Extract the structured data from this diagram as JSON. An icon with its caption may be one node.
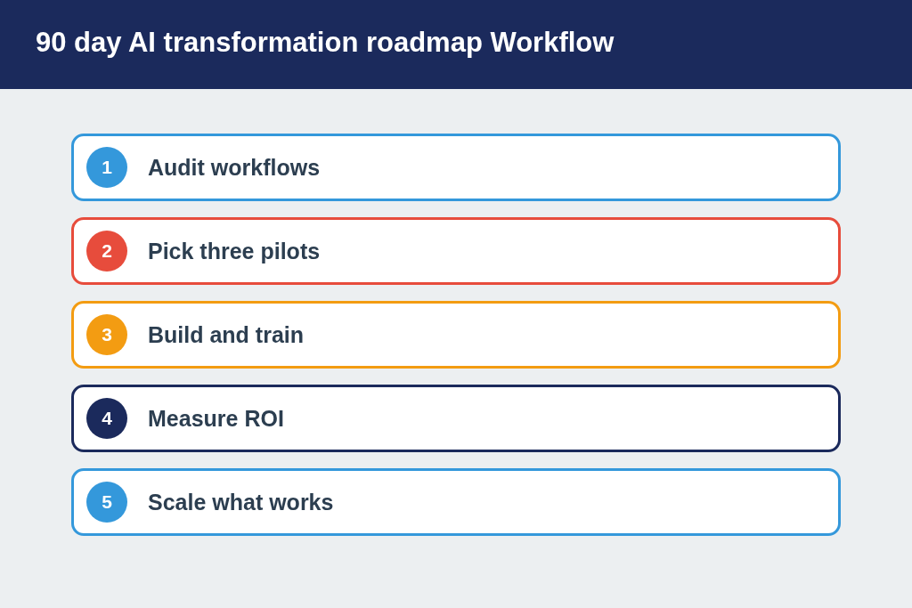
{
  "diagram": {
    "title": "90 day AI transformation roadmap Workflow",
    "nodes": [
      {
        "text": [
          "1",
          "Audit workflows"
        ]
      },
      {
        "text": [
          "2",
          "Pick three pilots"
        ]
      },
      {
        "text": [
          "3",
          "Build and train"
        ]
      },
      {
        "text": [
          "4",
          "Measure ROI"
        ]
      },
      {
        "text": [
          "5",
          "Scale what works"
        ]
      }
    ]
  }
}
